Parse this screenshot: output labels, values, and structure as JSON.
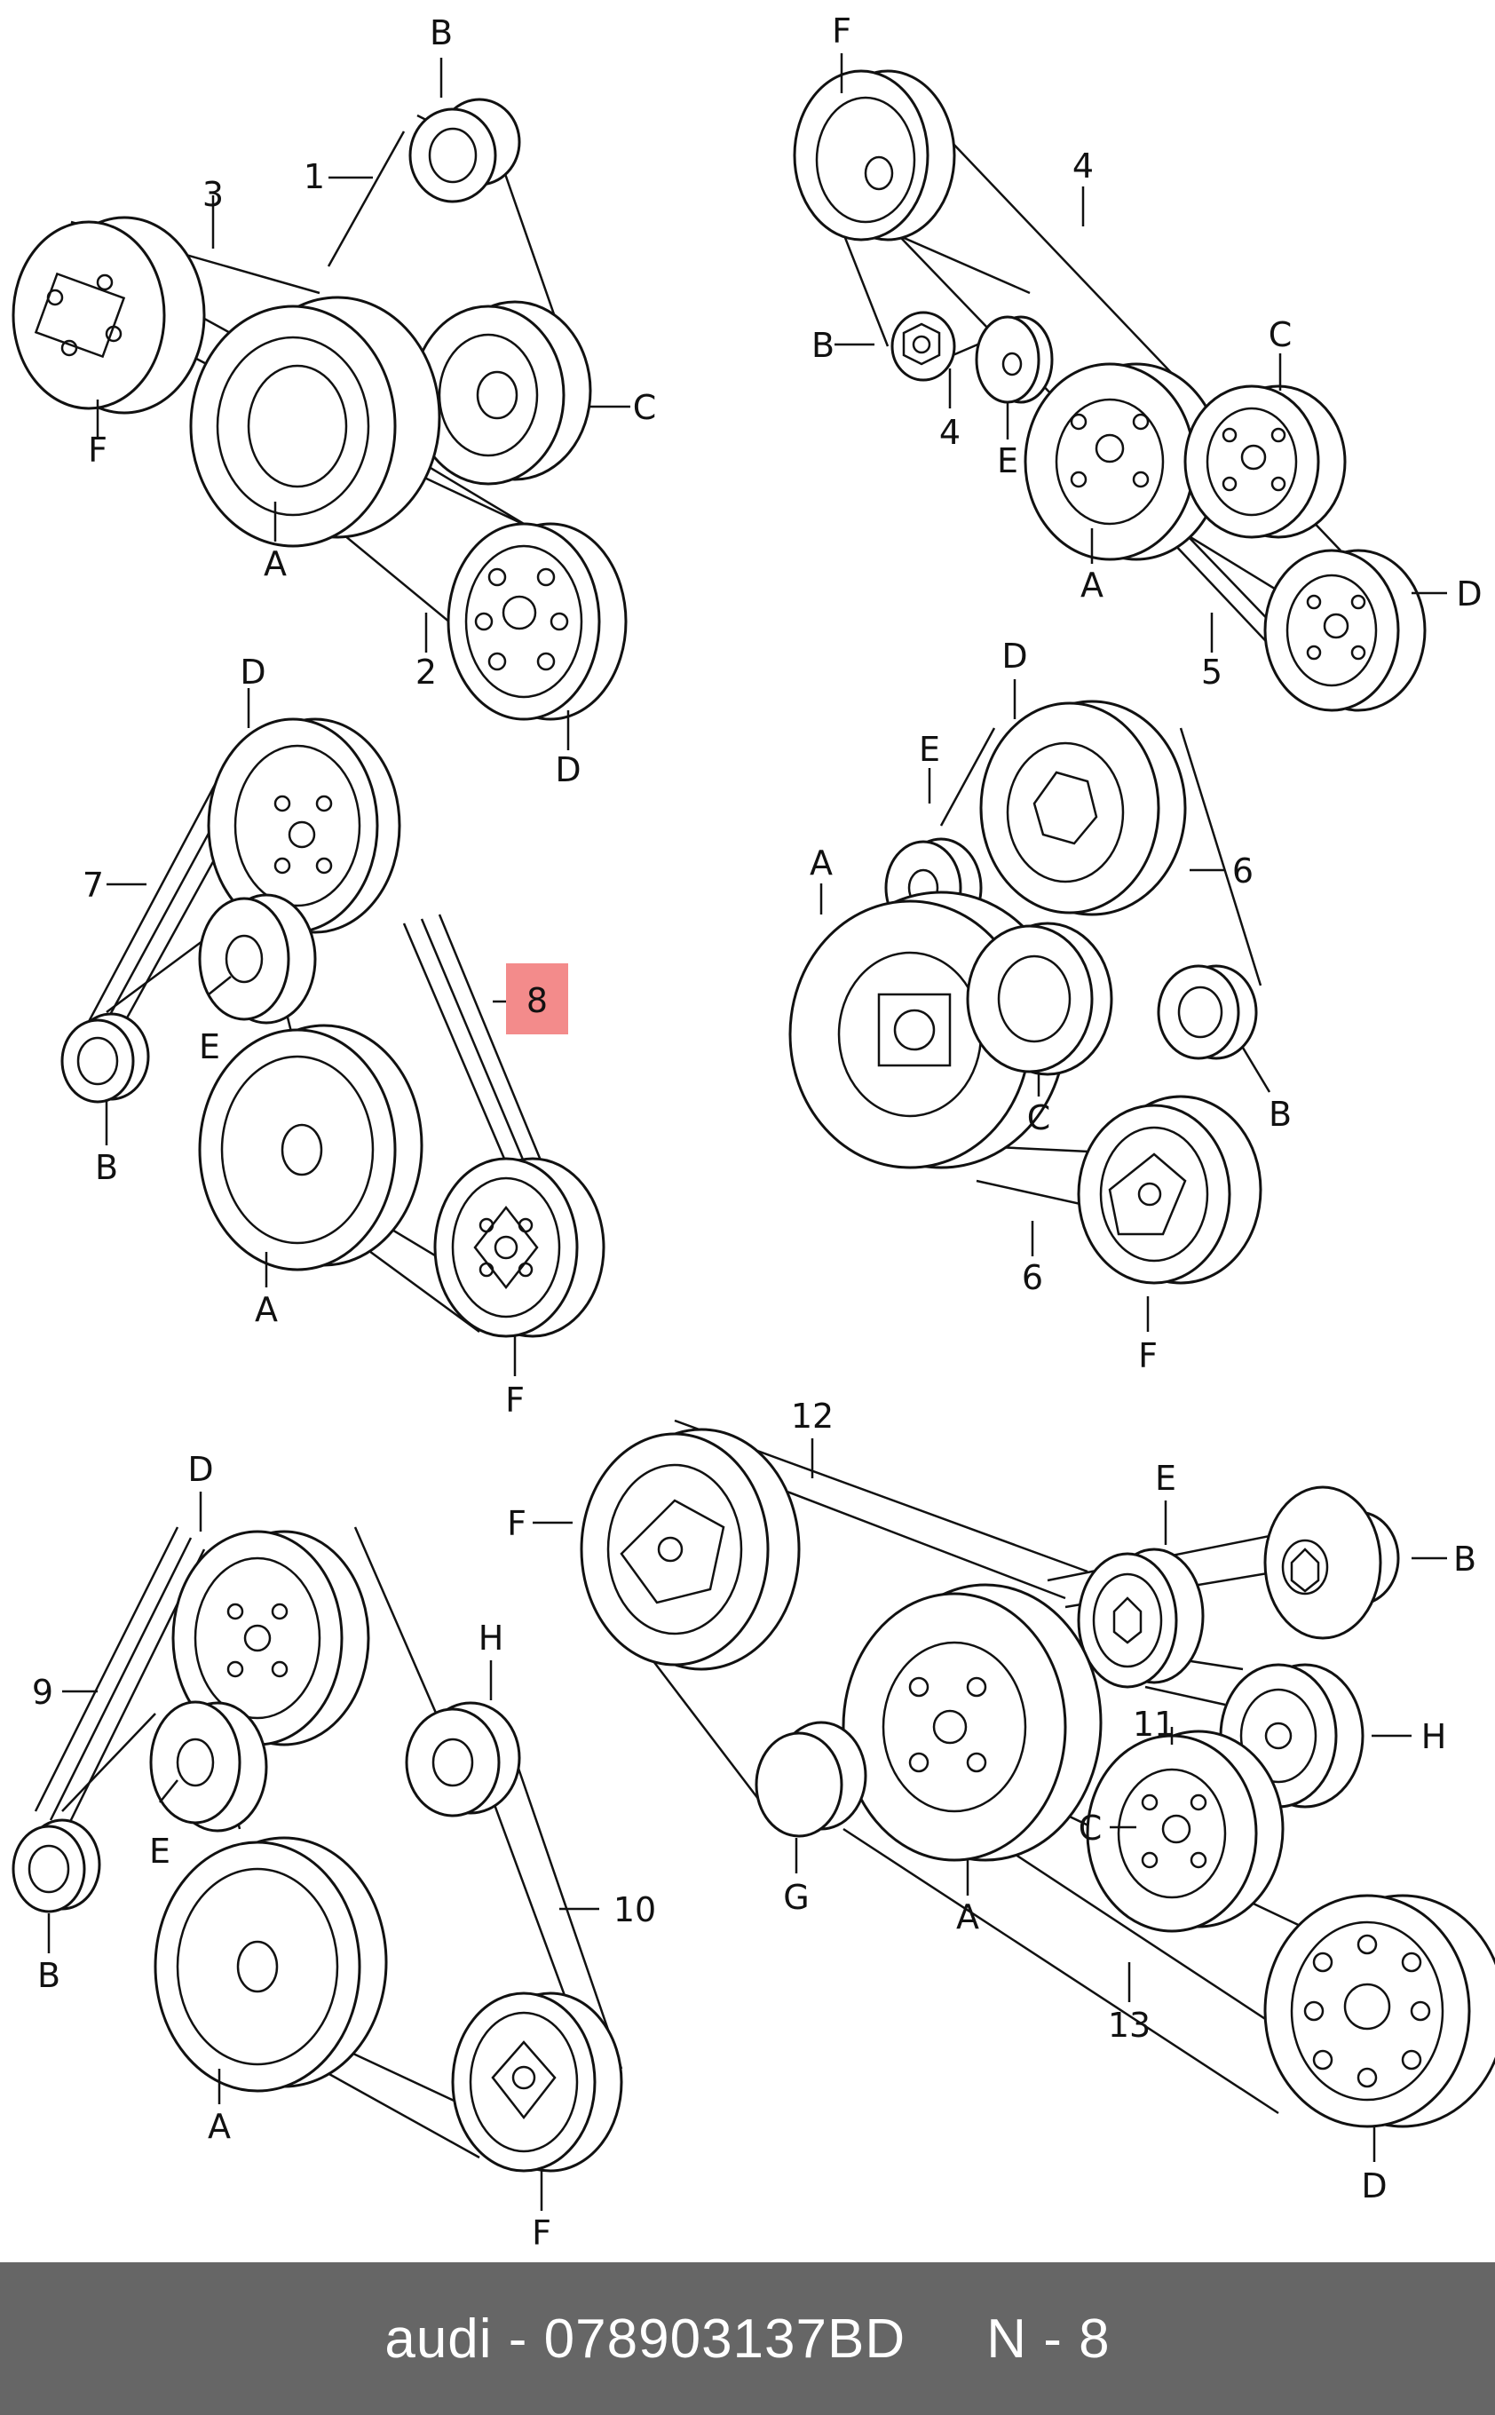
{
  "footer": {
    "brand": "audi",
    "separator1": " - ",
    "part_number": "078903137BD",
    "gap": "     ",
    "ref": "N - 8"
  },
  "highlight_color": "#f38b8b",
  "labels": {
    "d1": {
      "b": "B",
      "one": "1",
      "three": "3",
      "c": "C",
      "f": "F",
      "a": "A",
      "two": "2",
      "d": "D"
    },
    "d2": {
      "f": "F",
      "four_a": "4",
      "b": "B",
      "four_b": "4",
      "e": "E",
      "c": "C",
      "a": "A",
      "d": "D",
      "five": "5"
    },
    "d3": {
      "d": "D",
      "seven": "7",
      "e": "E",
      "b": "B",
      "a": "A",
      "eight": "8",
      "f": "F"
    },
    "d4": {
      "d": "D",
      "e": "E",
      "a": "A",
      "six_a": "6",
      "b": "B",
      "c": "C",
      "six_b": "6",
      "f": "F"
    },
    "d5": {
      "d": "D",
      "nine": "9",
      "h": "H",
      "e": "E",
      "ten": "10",
      "b": "B",
      "a": "A",
      "f": "F"
    },
    "d6": {
      "twelve": "12",
      "f": "F",
      "e": "E",
      "b": "B",
      "eleven": "11",
      "h": "H",
      "c": "C",
      "g": "G",
      "a": "A",
      "thirteen": "13",
      "d": "D"
    }
  }
}
